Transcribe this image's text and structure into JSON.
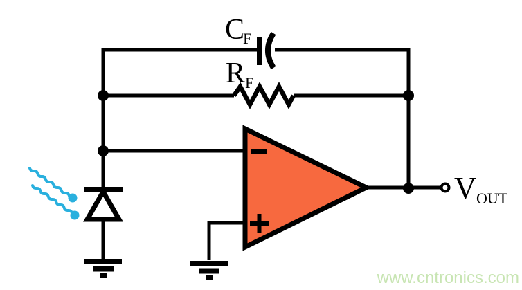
{
  "schematic": {
    "labels": {
      "feedback_capacitor": {
        "base": "C",
        "sub": "F"
      },
      "feedback_resistor": {
        "base": "R",
        "sub": "F"
      },
      "output": {
        "base": "V",
        "sub": "OUT"
      }
    },
    "icons": {
      "opamp": "opamp-triangle",
      "inverting_input": "minus",
      "noninverting_input": "plus",
      "photodiode": "diode-with-light-rays",
      "ground": "ground-bars",
      "output_terminal": "open-circle",
      "light": "wavy-photon-arrows"
    },
    "colors": {
      "wire": "#000000",
      "opamp_fill": "#f7693f",
      "light_ray": "#29b0de",
      "watermark": "#c8e5b3",
      "background": "#ffffff"
    },
    "watermark": "www.cntronics.com"
  }
}
